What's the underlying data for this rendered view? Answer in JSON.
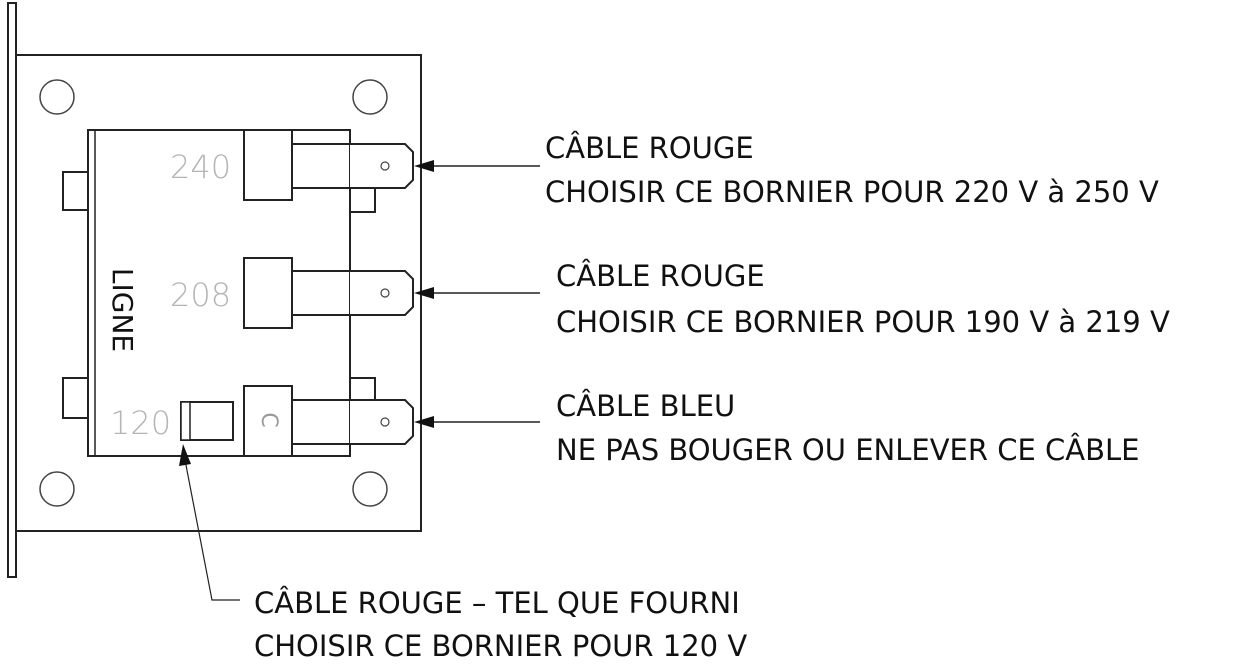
{
  "terminals": {
    "t240": "240",
    "t208": "208",
    "t120": "120",
    "common": "C"
  },
  "side_label": "LIGNE",
  "callouts": {
    "c240": {
      "line1": "CÂBLE ROUGE",
      "line2": "CHOISIR CE BORNIER POUR 220 V à 250 V"
    },
    "c208": {
      "line1": "CÂBLE ROUGE",
      "line2": "CHOISIR CE BORNIER POUR 190 V à 219 V"
    },
    "common": {
      "line1": "CÂBLE BLEU",
      "line2": "NE PAS BOUGER OU ENLEVER CE CÂBLE"
    },
    "c120": {
      "line1": "CÂBLE ROUGE – TEL QUE FOURNI",
      "line2": "CHOISIR CE BORNIER POUR 120 V"
    }
  },
  "colors": {
    "line": "#222222",
    "terminal_label": "#b5b5b5"
  }
}
